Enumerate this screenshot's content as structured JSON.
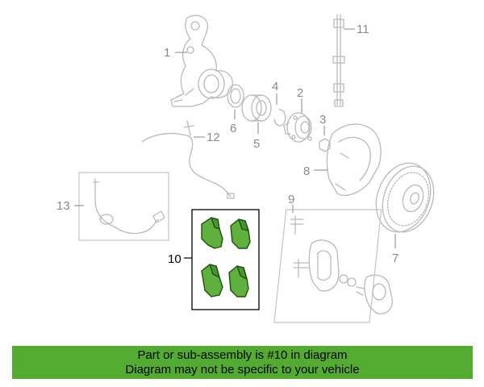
{
  "diagram": {
    "callouts": [
      {
        "label": "1"
      },
      {
        "label": "2"
      },
      {
        "label": "3"
      },
      {
        "label": "4"
      },
      {
        "label": "5"
      },
      {
        "label": "6"
      },
      {
        "label": "7"
      },
      {
        "label": "8"
      },
      {
        "label": "9"
      },
      {
        "label": "10"
      },
      {
        "label": "11"
      },
      {
        "label": "12"
      },
      {
        "label": "13"
      }
    ],
    "highlighted_part": "10",
    "highlight_color": "#54a934",
    "pad_color": "#5fb03c"
  },
  "banner": {
    "line1": "Part or sub-assembly is #10 in diagram",
    "line2": "Diagram may not be specific to your vehicle",
    "background": "#54ab32"
  }
}
